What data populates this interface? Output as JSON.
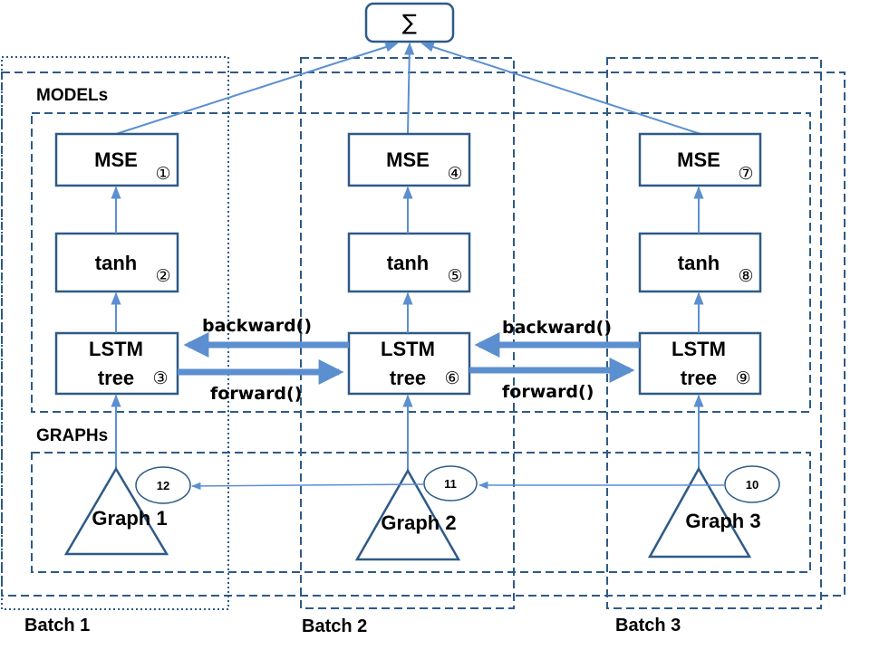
{
  "sum_symbol": "∑",
  "groups": {
    "models_label": "MODELs",
    "graphs_label": "GRAPHs"
  },
  "batches": [
    {
      "label": "Batch 1"
    },
    {
      "label": "Batch 2"
    },
    {
      "label": "Batch 3"
    }
  ],
  "columns": [
    {
      "mse": {
        "label": "MSE",
        "num": "①"
      },
      "tanh": {
        "label": "tanh",
        "num": "②"
      },
      "lstm": {
        "line1": "LSTM",
        "line2": "tree",
        "num": "③"
      },
      "graph": {
        "label": "Graph 1",
        "badge": "12"
      }
    },
    {
      "mse": {
        "label": "MSE",
        "num": "④"
      },
      "tanh": {
        "label": "tanh",
        "num": "⑤"
      },
      "lstm": {
        "line1": "LSTM",
        "line2": "tree",
        "num": "⑥"
      },
      "graph": {
        "label": "Graph 2",
        "badge": "11"
      }
    },
    {
      "mse": {
        "label": "MSE",
        "num": "⑦"
      },
      "tanh": {
        "label": "tanh",
        "num": "⑧"
      },
      "lstm": {
        "line1": "LSTM",
        "line2": "tree",
        "num": "⑨"
      },
      "graph": {
        "label": "Graph 3",
        "badge": "10"
      }
    }
  ],
  "arrows": {
    "backward_1": "backward()",
    "forward_1": "forward()",
    "backward_2": "backward()",
    "forward_2": "forward()"
  },
  "colors": {
    "box_stroke": "#2e5a87",
    "dash_stroke": "#2e5a87",
    "arrow": "#5b8fcf"
  }
}
